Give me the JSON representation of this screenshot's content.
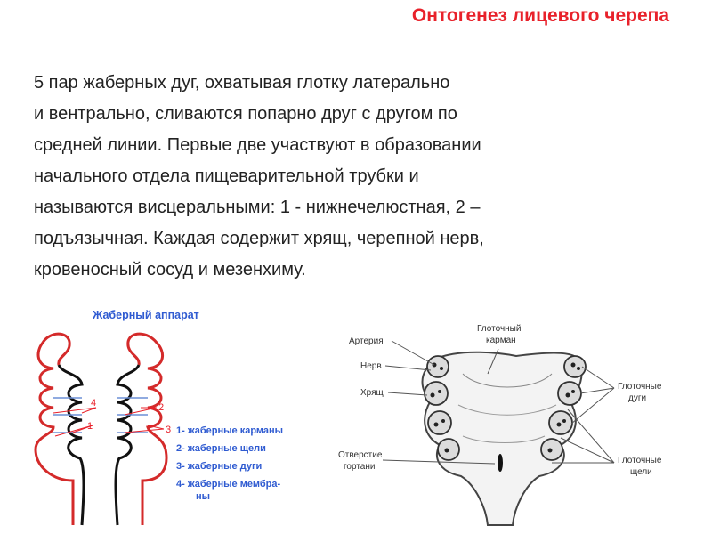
{
  "slide": {
    "title": "Онтогенез лицевого черепа",
    "paragraph_lines": [
      "5 пар жаберных дуг, охватывая глотку латерально",
      "и вентрально, сливаются попарно друг с другом по",
      "средней линии. Первые две участвуют в образовании",
      "начального отдела пищеварительной трубки и",
      "называются висцеральными: 1 - нижнечелюстная, 2 –",
      "подъязычная. Каждая содержит хрящ, черепной нерв,",
      "кровеносный сосуд и мезенхиму."
    ]
  },
  "left_figure": {
    "title": "Жаберный аппарат",
    "numbers": [
      "1",
      "2",
      "3",
      "4"
    ],
    "legend": [
      "1- жаберные карманы",
      "2- жаберные щели",
      "3- жаберные дуги",
      "4- жаберные мембра-"
    ],
    "legend_continuation": "ны"
  },
  "right_figure": {
    "labels": {
      "artery": "Артерия",
      "nerve": "Нерв",
      "cartilage": "Хрящ",
      "pouch_line1": "Глоточный",
      "pouch_line2": "карман",
      "arches_line1": "Глоточные",
      "arches_line2": "дуги",
      "slits_line1": "Глоточные",
      "slits_line2": "щели",
      "larynx_line1": "Отверстие",
      "larynx_line2": "гортани"
    }
  },
  "colors": {
    "title": "#e8212a",
    "figure_title": "#2f5bd1",
    "ectoderm": "#d42a2a",
    "endoderm": "#111111",
    "number_marks": "#e8212a"
  }
}
